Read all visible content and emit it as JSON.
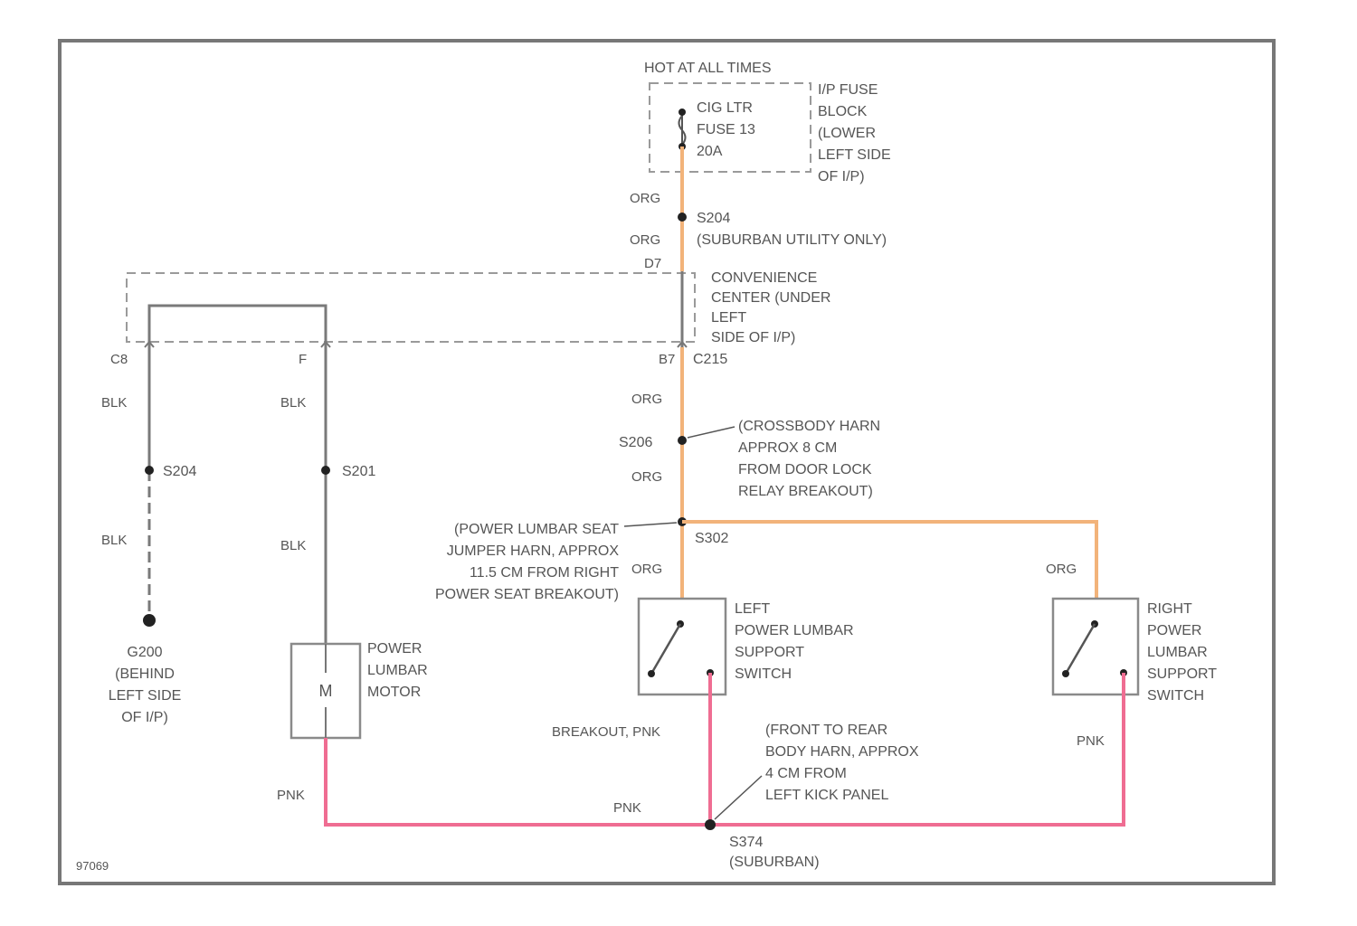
{
  "colors": {
    "org_wire": "#f2b37a",
    "pnk_wire": "#ef6d92",
    "grey_wire": "#7a7a7a",
    "frame": "#777777"
  },
  "fuse_block": {
    "header": "HOT AT ALL TIMES",
    "fuse_lines": [
      "CIG LTR",
      "FUSE 13",
      "20A"
    ],
    "block_lines": [
      "I/P FUSE",
      "BLOCK",
      "(LOWER",
      "LEFT SIDE",
      "OF I/P)"
    ]
  },
  "top_run": {
    "wire1": "ORG",
    "splice_s204": "S204",
    "wire2": "ORG",
    "splice_note": "(SUBURBAN UTILITY ONLY)",
    "pin_d7": "D7"
  },
  "convenience_center": {
    "lines": [
      "CONVENIENCE",
      "CENTER (UNDER",
      "LEFT",
      "SIDE OF I/P)"
    ]
  },
  "connector": {
    "pin_c8": "C8",
    "pin_f": "F",
    "pin_b7": "B7",
    "name": "C215"
  },
  "mid_run": {
    "wire3": "ORG",
    "splice_s206": "S206",
    "wire4": "ORG",
    "s206_note": [
      "(CROSSBODY HARN",
      "APPROX 8 CM",
      "FROM DOOR LOCK",
      "RELAY BREAKOUT)"
    ],
    "splice_s302": "S302",
    "s302_note": [
      "(POWER LUMBAR SEAT",
      "JUMPER HARN, APPROX",
      "11.5 CM FROM RIGHT",
      "POWER SEAT BREAKOUT)"
    ],
    "wire5": "ORG",
    "wire_right": "ORG"
  },
  "ground_branch": {
    "wire_top": "BLK",
    "splice_s204": "S204",
    "wire_bottom": "BLK",
    "ground_lines": [
      "G200",
      "(BEHIND",
      "LEFT SIDE",
      "OF I/P)"
    ]
  },
  "motor_branch": {
    "wire_top": "BLK",
    "splice_s201": "S201",
    "wire_bottom": "BLK",
    "motor_symbol": "M",
    "motor_lines": [
      "POWER",
      "LUMBAR",
      "MOTOR"
    ]
  },
  "left_switch": {
    "lines": [
      "LEFT",
      "POWER LUMBAR",
      "SUPPORT",
      "SWITCH"
    ]
  },
  "right_switch": {
    "lines": [
      "RIGHT",
      "POWER",
      "LUMBAR",
      "SUPPORT",
      "SWITCH"
    ]
  },
  "bottom": {
    "breakout_label": "BREAKOUT, PNK",
    "s374_note": [
      "(FRONT TO REAR",
      "BODY HARN, APPROX",
      "4 CM FROM",
      "LEFT KICK PANEL"
    ],
    "wire_motor": "PNK",
    "wire_center": "PNK",
    "wire_right": "PNK",
    "splice_s374": "S374",
    "splice_note": "(SUBURBAN)",
    "figure_code": "97069"
  }
}
